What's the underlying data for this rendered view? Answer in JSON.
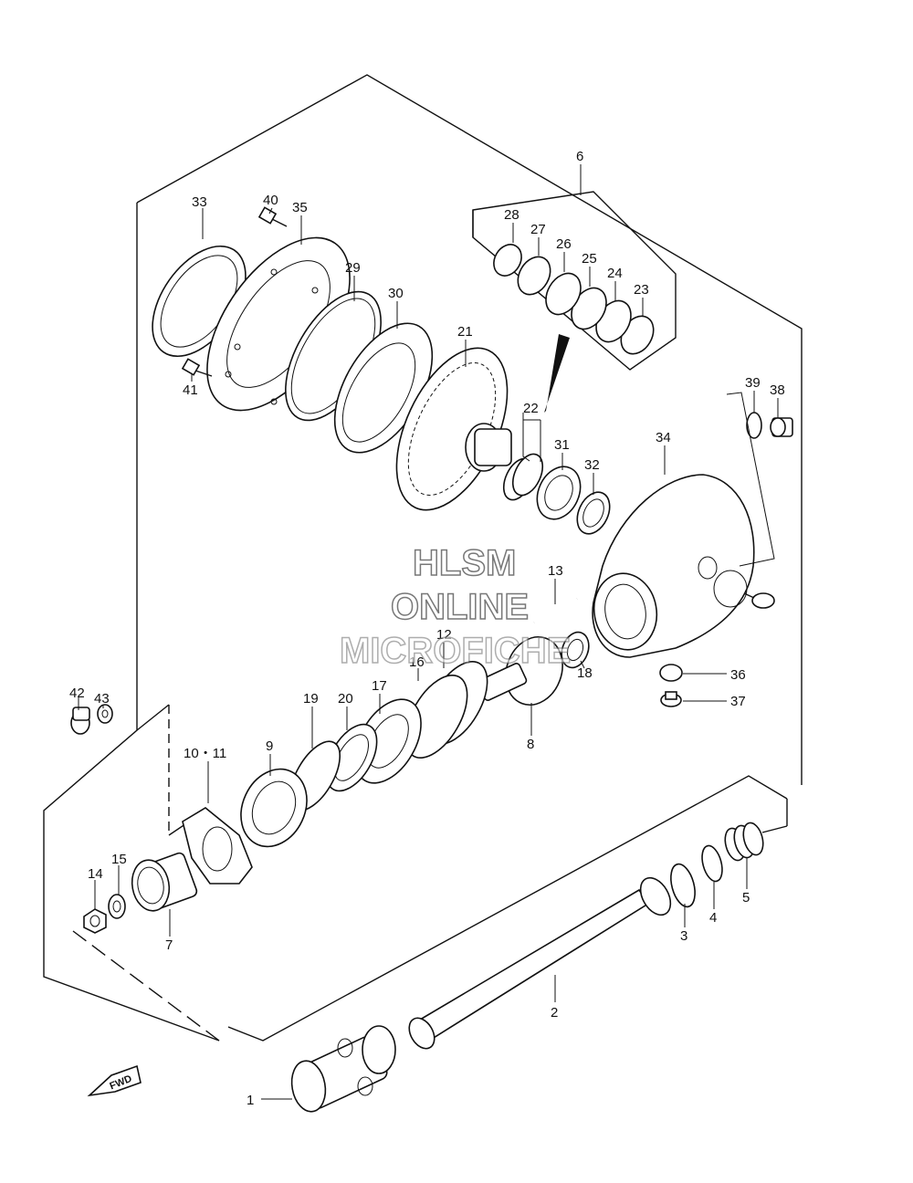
{
  "watermark": {
    "line1": "HLSM",
    "line2": "ONLINE",
    "line3": "MICROFICHE"
  },
  "fwd_label": "FWD",
  "callouts": [
    {
      "id": "c1",
      "text": "1"
    },
    {
      "id": "c2",
      "text": "2"
    },
    {
      "id": "c3",
      "text": "3"
    },
    {
      "id": "c4",
      "text": "4"
    },
    {
      "id": "c5",
      "text": "5"
    },
    {
      "id": "c6",
      "text": "6"
    },
    {
      "id": "c7",
      "text": "7"
    },
    {
      "id": "c8",
      "text": "8"
    },
    {
      "id": "c9",
      "text": "9"
    },
    {
      "id": "c1011",
      "text": "10・11"
    },
    {
      "id": "c12",
      "text": "12"
    },
    {
      "id": "c13",
      "text": "13"
    },
    {
      "id": "c14",
      "text": "14"
    },
    {
      "id": "c15",
      "text": "15"
    },
    {
      "id": "c16",
      "text": "16"
    },
    {
      "id": "c17",
      "text": "17"
    },
    {
      "id": "c18",
      "text": "18"
    },
    {
      "id": "c19",
      "text": "19"
    },
    {
      "id": "c20",
      "text": "20"
    },
    {
      "id": "c21",
      "text": "21"
    },
    {
      "id": "c22",
      "text": "22"
    },
    {
      "id": "c23",
      "text": "23"
    },
    {
      "id": "c24",
      "text": "24"
    },
    {
      "id": "c25",
      "text": "25"
    },
    {
      "id": "c26",
      "text": "26"
    },
    {
      "id": "c27",
      "text": "27"
    },
    {
      "id": "c28",
      "text": "28"
    },
    {
      "id": "c29",
      "text": "29"
    },
    {
      "id": "c30",
      "text": "30"
    },
    {
      "id": "c31",
      "text": "31"
    },
    {
      "id": "c32",
      "text": "32"
    },
    {
      "id": "c33",
      "text": "33"
    },
    {
      "id": "c34",
      "text": "34"
    },
    {
      "id": "c35",
      "text": "35"
    },
    {
      "id": "c36",
      "text": "36"
    },
    {
      "id": "c37",
      "text": "37"
    },
    {
      "id": "c38",
      "text": "38"
    },
    {
      "id": "c39",
      "text": "39"
    },
    {
      "id": "c40",
      "text": "40"
    },
    {
      "id": "c41",
      "text": "41"
    },
    {
      "id": "c42",
      "text": "42"
    },
    {
      "id": "c43",
      "text": "43"
    }
  ]
}
